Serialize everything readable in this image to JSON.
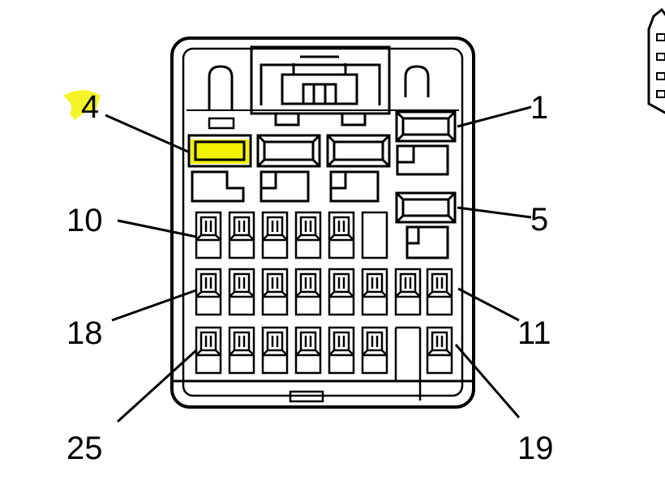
{
  "pin_labels": {
    "p1": "1",
    "p4": "4",
    "p5": "5",
    "p10": "10",
    "p11": "11",
    "p18": "18",
    "p19": "19",
    "p25": "25"
  },
  "highlighted_pin": "4",
  "colors": {
    "highlight": "#f2f200",
    "line": "#000000",
    "background": "#ffffff"
  }
}
